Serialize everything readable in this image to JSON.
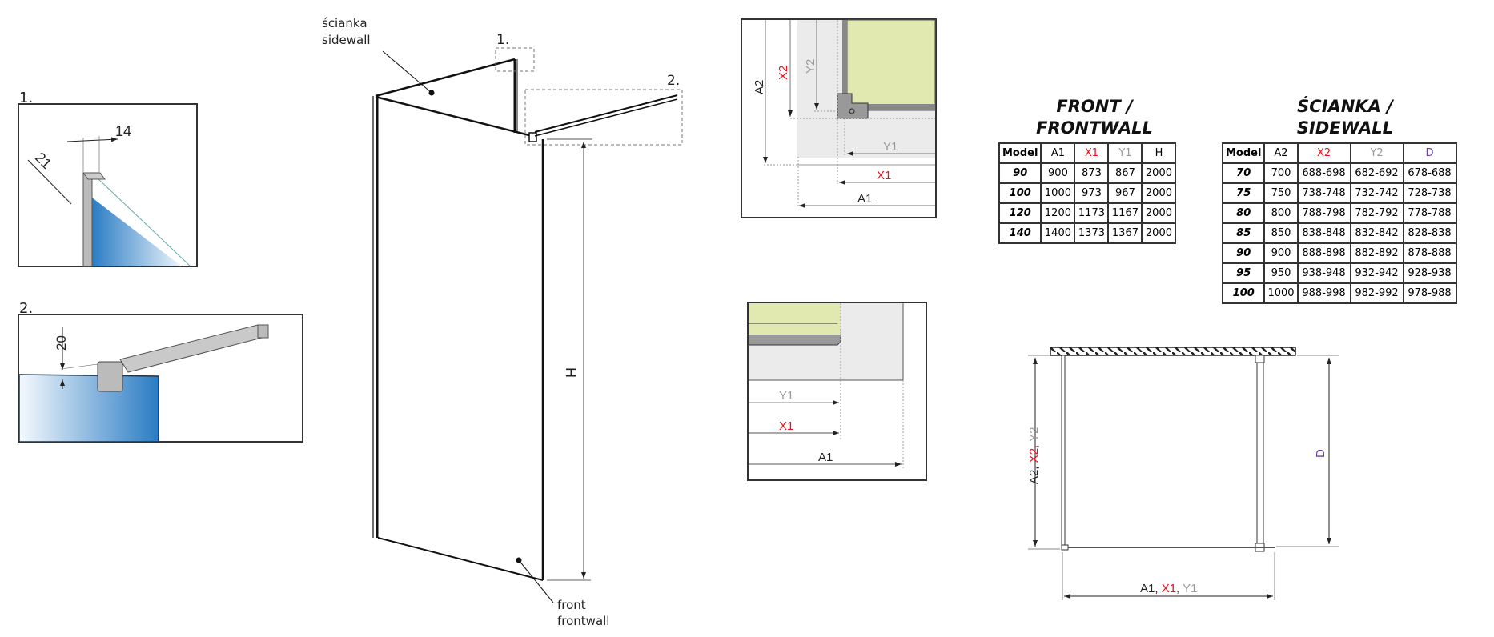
{
  "colors": {
    "x_red": "#e8121c",
    "y_grey": "#9a9a9a",
    "d_purple": "#6b3fa0",
    "glass_blue": "#2a7cc4",
    "wall_green": "#e2e9b0"
  },
  "main_drawing": {
    "sidewall_label_pl": "ścianka",
    "sidewall_label_en": "sidewall",
    "front_label_pl": "front",
    "front_label_en": "frontwall",
    "detail1_marker": "1.",
    "detail2_marker": "2.",
    "height_label": "H"
  },
  "detail1": {
    "title": "1.",
    "dim_width": "14",
    "dim_depth": "21"
  },
  "detail2": {
    "title": "2.",
    "dim_height": "20"
  },
  "corner_detail": {
    "a2": "A2",
    "x2": "X2",
    "y2": "Y2",
    "y1": "Y1",
    "x1": "X1",
    "a1": "A1"
  },
  "end_detail": {
    "y1": "Y1",
    "x1": "X1",
    "a1": "A1"
  },
  "plan_view": {
    "vertical_a2": "A2,",
    "vertical_x2": "X2,",
    "vertical_y2": "Y2",
    "horizontal_a1": "A1,",
    "horizontal_x1": "X1,",
    "horizontal_y1": "Y1",
    "depth": "D"
  },
  "front_table": {
    "title_line1": "FRONT /",
    "title_line2": "FRONTWALL",
    "headers": [
      "Model",
      "A1",
      "X1",
      "Y1",
      "H"
    ],
    "rows": [
      [
        "90",
        "900",
        "873",
        "867",
        "2000"
      ],
      [
        "100",
        "1000",
        "973",
        "967",
        "2000"
      ],
      [
        "120",
        "1200",
        "1173",
        "1167",
        "2000"
      ],
      [
        "140",
        "1400",
        "1373",
        "1367",
        "2000"
      ]
    ]
  },
  "sidewall_table": {
    "title_line1": "ŚCIANKA /",
    "title_line2": "SIDEWALL",
    "headers": [
      "Model",
      "A2",
      "X2",
      "Y2",
      "D"
    ],
    "rows": [
      [
        "70",
        "700",
        "688-698",
        "682-692",
        "678-688"
      ],
      [
        "75",
        "750",
        "738-748",
        "732-742",
        "728-738"
      ],
      [
        "80",
        "800",
        "788-798",
        "782-792",
        "778-788"
      ],
      [
        "85",
        "850",
        "838-848",
        "832-842",
        "828-838"
      ],
      [
        "90",
        "900",
        "888-898",
        "882-892",
        "878-888"
      ],
      [
        "95",
        "950",
        "938-948",
        "932-942",
        "928-938"
      ],
      [
        "100",
        "1000",
        "988-998",
        "982-992",
        "978-988"
      ]
    ]
  }
}
